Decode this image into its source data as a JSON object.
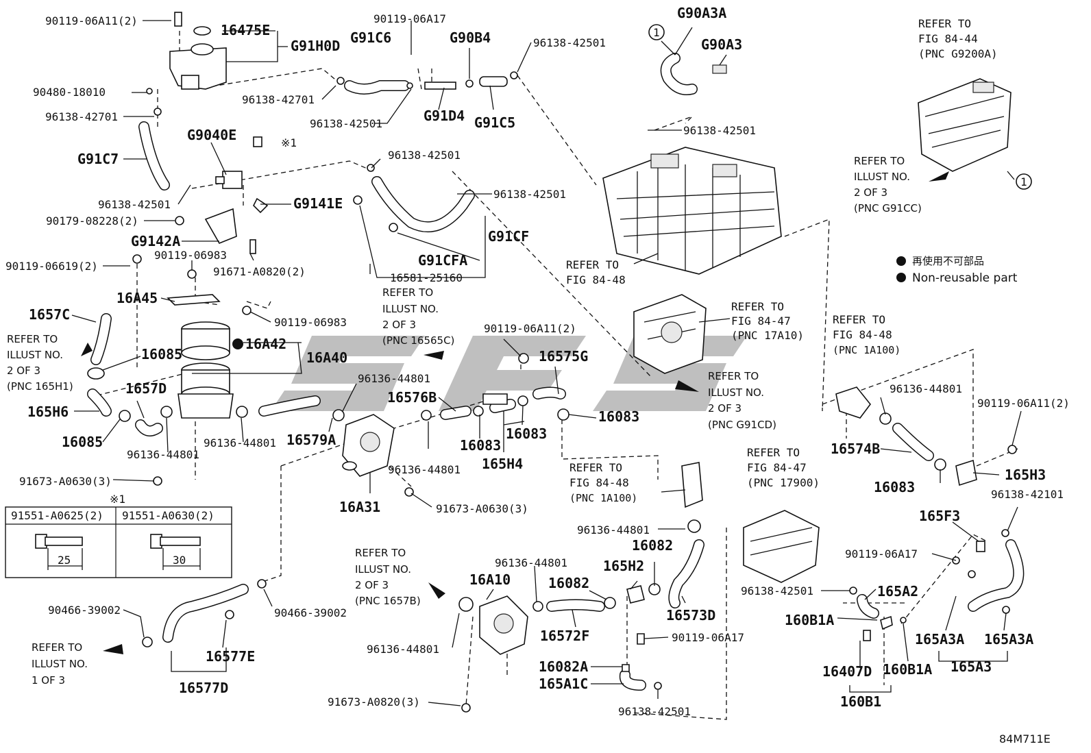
{
  "diagram_id": "84M711E",
  "watermark": "SPS",
  "legend": {
    "symbol": "●",
    "jp": "再使用不可部品",
    "en": "Non-reusable part"
  },
  "note_marker": "※1",
  "circle_ref": "1",
  "bolt_table": {
    "header": "※1",
    "col1_part": "91551-A0625(2)",
    "col1_len": "25",
    "col2_part": "91551-A0630(2)",
    "col2_len": "30"
  },
  "labels": {
    "p90119_06A11_2_top": "90119-06A11(2)",
    "p16475E": "16475E",
    "pG91H0D": "G91H0D",
    "p90480_18010": "90480-18010",
    "p96138_42701_a": "96138-42701",
    "p96138_42701_b": "96138-42701",
    "pG91C7": "G91C7",
    "pG9040E": "G9040E",
    "p96138_42501_a": "96138-42501",
    "pG9141E": "G9141E",
    "p90179_08228_2": "90179-08228(2)",
    "pG9142A": "G9142A",
    "p90119_06983_a": "90119-06983",
    "p91671_A0820_2": "91671-A0820(2)",
    "p90119_06619_2": "90119-06619(2)",
    "p16A45": "16A45",
    "p90119_06983_b": "90119-06983",
    "p1657C": "1657C",
    "p16085_a": "16085",
    "p16A42": "16A42",
    "p16A40": "16A40",
    "p1657D": "1657D",
    "p165H6": "165H6",
    "p16085_b": "16085",
    "p96136_44801_a": "96136-44801",
    "p96136_44801_b": "96136-44801",
    "p91673_A0630_3_a": "91673-A0630(3)",
    "p90119_06A17_a": "90119-06A17",
    "pG91C6": "G91C6",
    "pG90B4": "G90B4",
    "p96138_42501_b": "96138-42501",
    "p96138_42501_c": "96138-42501",
    "pG91D4": "G91D4",
    "pG91C5": "G91C5",
    "pG90A3A": "G90A3A",
    "pG90A3": "G90A3",
    "p96138_42501_d": "96138-42501",
    "p96138_42501_e": "96138-42501",
    "p96138_42501_f": "96138-42501",
    "pG91CF": "G91CF",
    "pG91CFA": "G91CFA",
    "p16581_25160": "16581-25160",
    "p96136_44801_c": "96136-44801",
    "p16579A": "16579A",
    "p90119_06A11_2_mid": "90119-06A11(2)",
    "p16575G": "16575G",
    "p16576B": "16576B",
    "p16083_a": "16083",
    "p16083_b": "16083",
    "p16083_c": "16083",
    "p165H4": "165H4",
    "p96136_44801_d": "96136-44801",
    "p16A31": "16A31",
    "p91673_A0630_3_b": "91673-A0630(3)",
    "p96136_44801_e": "96136-44801",
    "p16574B": "16574B",
    "p90119_06A11_2_right": "90119-06A11(2)",
    "p16083_d": "16083",
    "p165H3": "165H3",
    "p96138_42101": "96138-42101",
    "p165F3": "165F3",
    "p90119_06A17_b": "90119-06A17",
    "p96136_44801_f": "96136-44801",
    "p16082_a": "16082",
    "p16082_b": "16082",
    "p165H2": "165H2",
    "p16573D": "16573D",
    "p16572F": "16572F",
    "p90119_06A17_c": "90119-06A17",
    "p16082A": "16082A",
    "p165A1C": "165A1C",
    "p96138_42501_g": "96138-42501",
    "p16A10": "16A10",
    "p96136_44801_g": "96136-44801",
    "p96136_44801_h": "96136-44801",
    "p91673_A0820_3": "91673-A0820(3)",
    "p90466_39002_a": "90466-39002",
    "p90466_39002_b": "90466-39002",
    "p16577E": "16577E",
    "p16577D": "16577D",
    "p96138_42501_h": "96138-42501",
    "p165A2": "165A2",
    "p160B1A_a": "160B1A",
    "p160B1A_b": "160B1A",
    "p16407D": "16407D",
    "p160B1": "160B1",
    "p165A3A_a": "165A3A",
    "p165A3A_b": "165A3A",
    "p165A3": "165A3"
  },
  "refs": {
    "r_fig8444": [
      "REFER TO",
      "FIG 84-44",
      "(PNC G9200A)"
    ],
    "r_illus_g91cc": [
      "REFER TO",
      "ILLUST NO.",
      "2 OF 3",
      "(PNC G91CC)"
    ],
    "r_fig8448_top": [
      "REFER TO",
      "FIG 84-48"
    ],
    "r_fig8447_17a10": [
      "REFER TO",
      "FIG 84-47",
      "(PNC 17A10)"
    ],
    "r_fig8448_1a100_r": [
      "REFER TO",
      "FIG 84-48",
      "(PNC 1A100)"
    ],
    "r_illus_g91cd": [
      "REFER TO",
      "ILLUST NO.",
      "2 OF 3",
      "(PNC G91CD)"
    ],
    "r_illus_16565c": [
      "REFER TO",
      "ILLUST NO.",
      "2 OF 3",
      "(PNC 16565C)"
    ],
    "r_illus_165h1": [
      "REFER TO",
      "ILLUST NO.",
      "2 OF 3",
      "(PNC 165H1)"
    ],
    "r_fig8448_1a100_m": [
      "REFER TO",
      "FIG 84-48",
      "(PNC 1A100)"
    ],
    "r_fig8447_17900": [
      "REFER TO",
      "FIG 84-47",
      "(PNC 17900)"
    ],
    "r_illus_1657b": [
      "REFER TO",
      "ILLUST NO.",
      "2 OF 3",
      "(PNC 1657B)"
    ],
    "r_illus_1of3": [
      "REFER TO",
      "ILLUST NO.",
      "1 OF 3"
    ]
  }
}
